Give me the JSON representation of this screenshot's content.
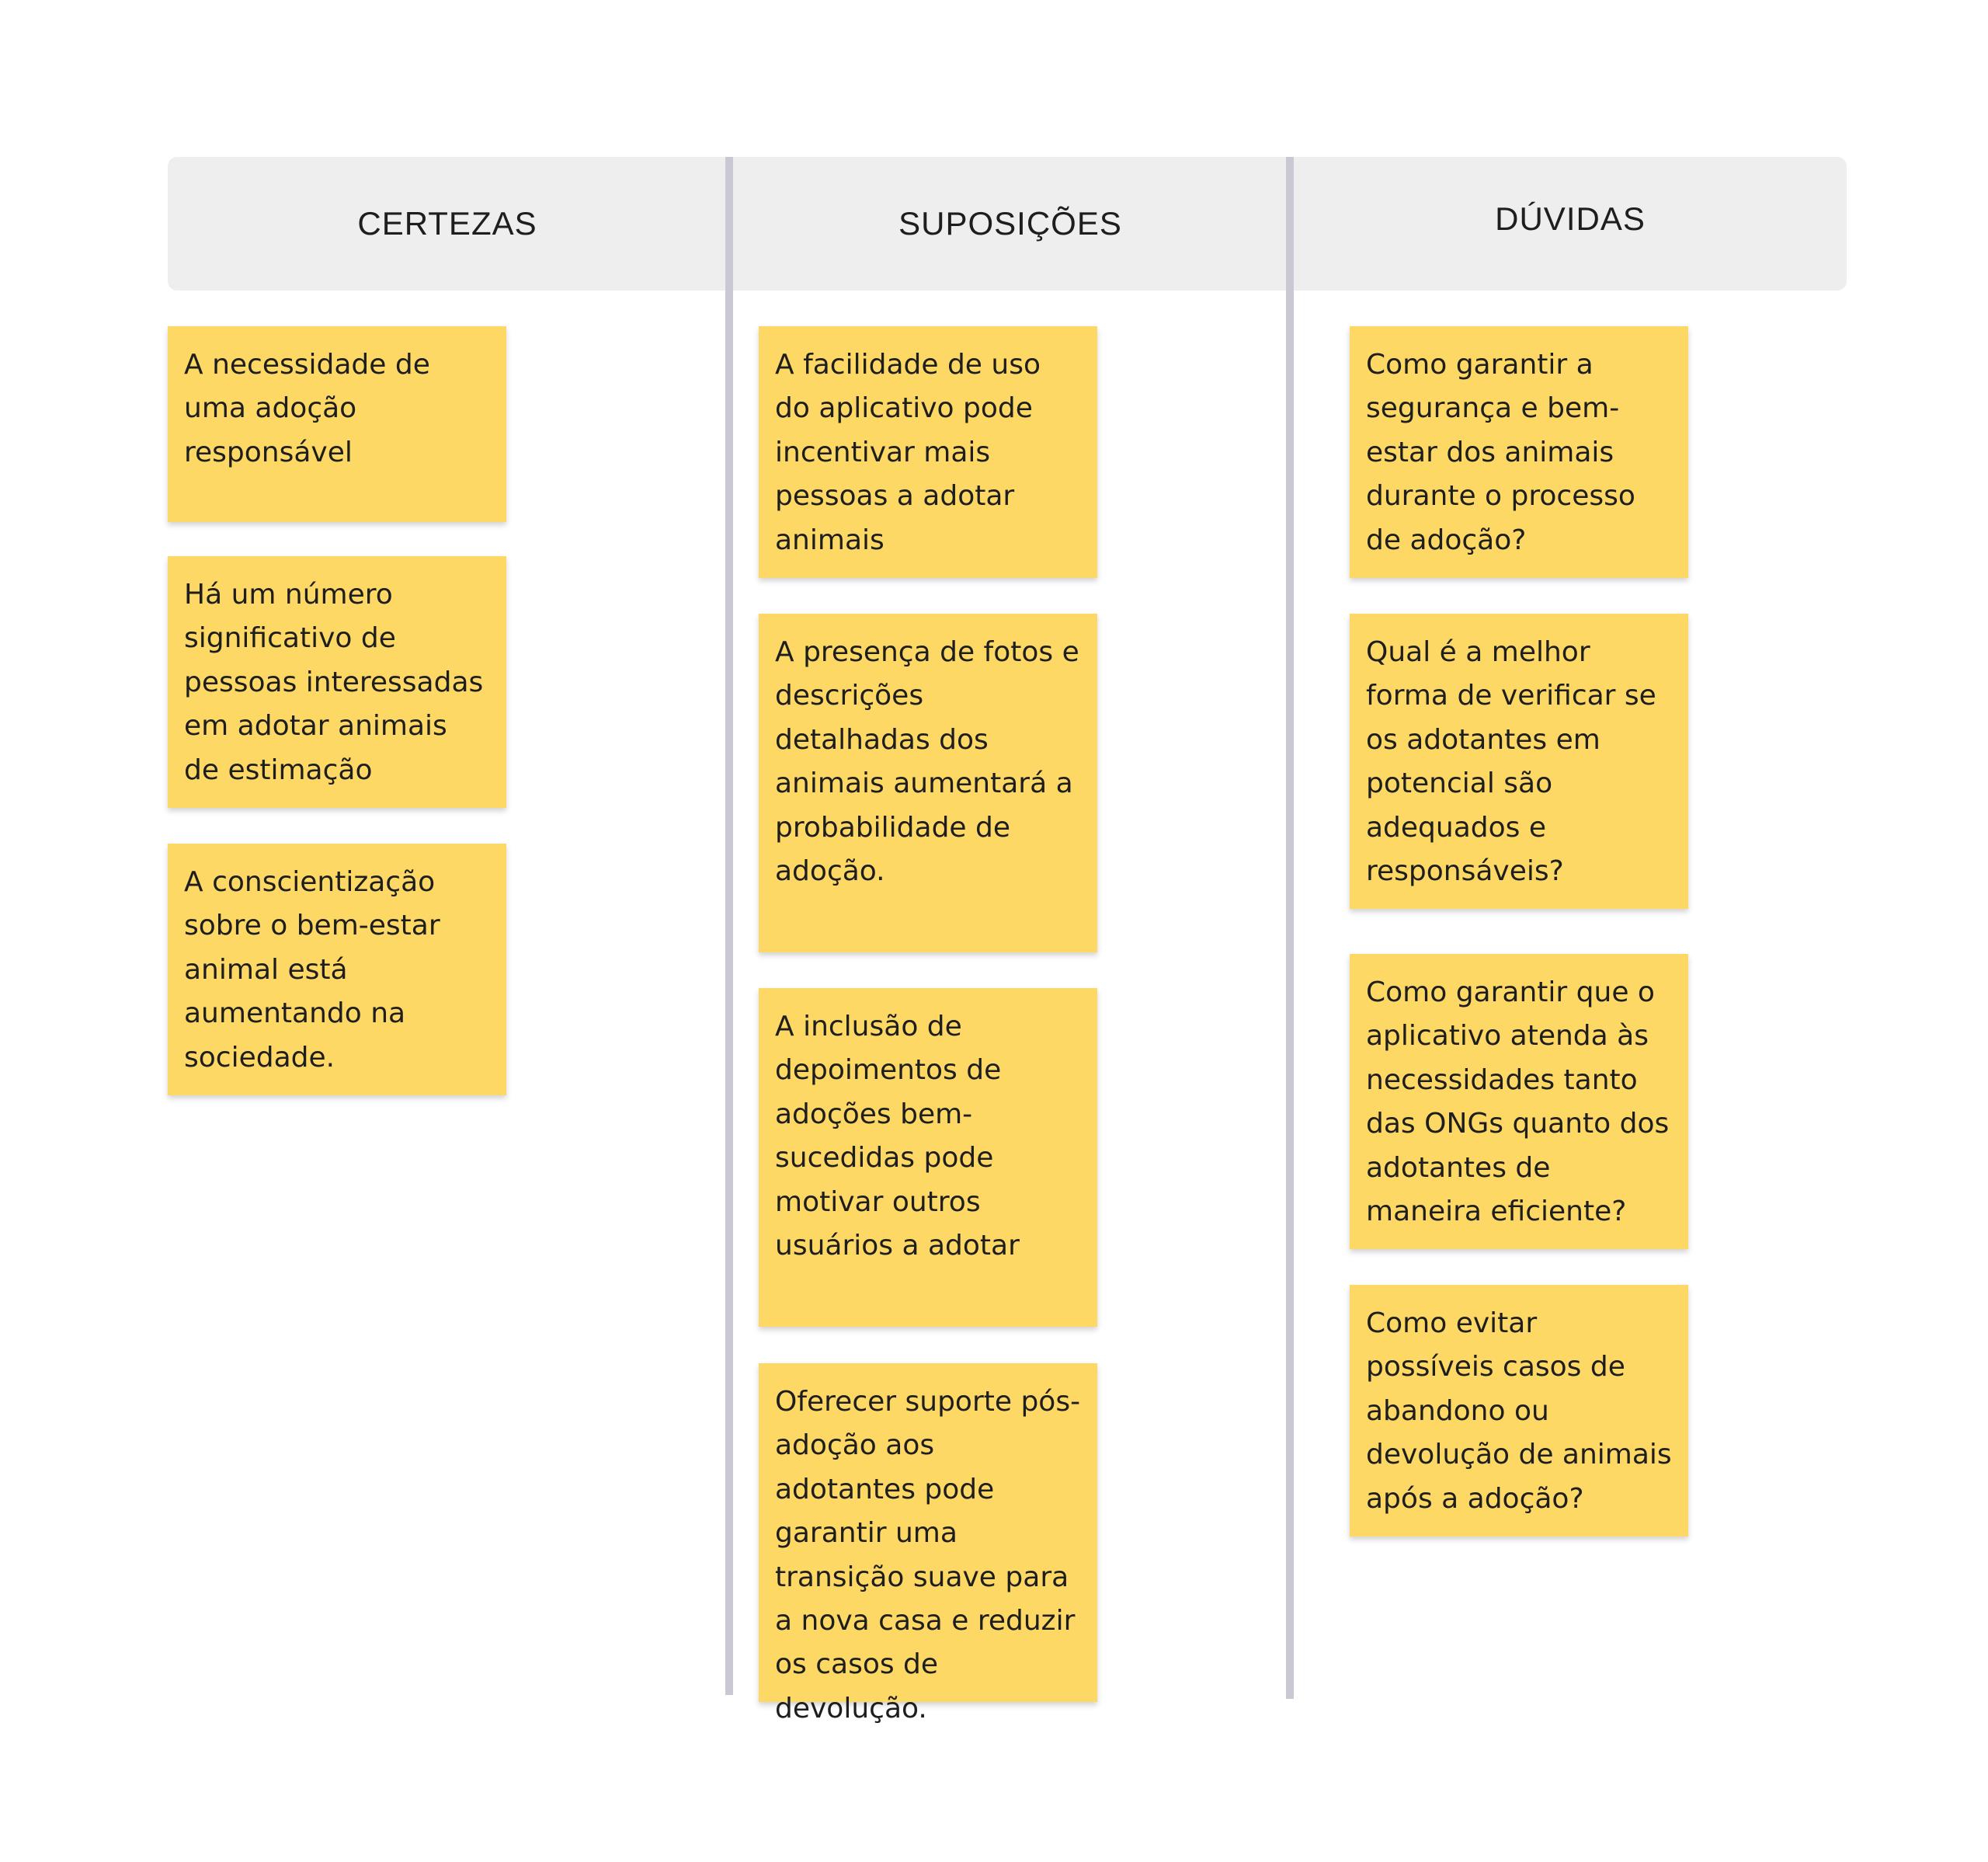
{
  "columns": [
    {
      "title": "CERTEZAS",
      "notes": [
        "A necessidade de uma adoção responsável",
        "Há um número significativo de pessoas interessadas em adotar animais de estimação",
        "A conscientização sobre o bem-estar animal está aumentando na sociedade."
      ]
    },
    {
      "title": "SUPOSIÇÕES",
      "notes": [
        "A facilidade de uso do aplicativo pode incentivar mais pessoas a adotar animais",
        "A presença de fotos e descrições detalhadas dos animais aumentará a probabilidade de adoção.",
        "A inclusão de depoimentos de adoções bem-sucedidas pode motivar outros usuários a adotar",
        "Oferecer suporte pós-adoção aos adotantes pode garantir uma transição suave para a nova casa e reduzir os casos de devolução."
      ]
    },
    {
      "title": "DÚVIDAS",
      "notes": [
        "Como garantir a segurança e bem-estar dos animais durante o processo de adoção?",
        "Qual é a melhor forma de verificar se os adotantes em potencial são adequados e responsáveis?",
        "Como garantir que o aplicativo atenda às necessidades tanto das ONGs quanto dos adotantes de maneira eficiente?",
        "Como evitar possíveis casos de abandono ou devolução de animais após a adoção?"
      ]
    }
  ],
  "colors": {
    "header_background": "#eeeeee",
    "divider": "#c9c8d3",
    "sticky_note": "#fdd865",
    "text": "#1e1e1e"
  }
}
